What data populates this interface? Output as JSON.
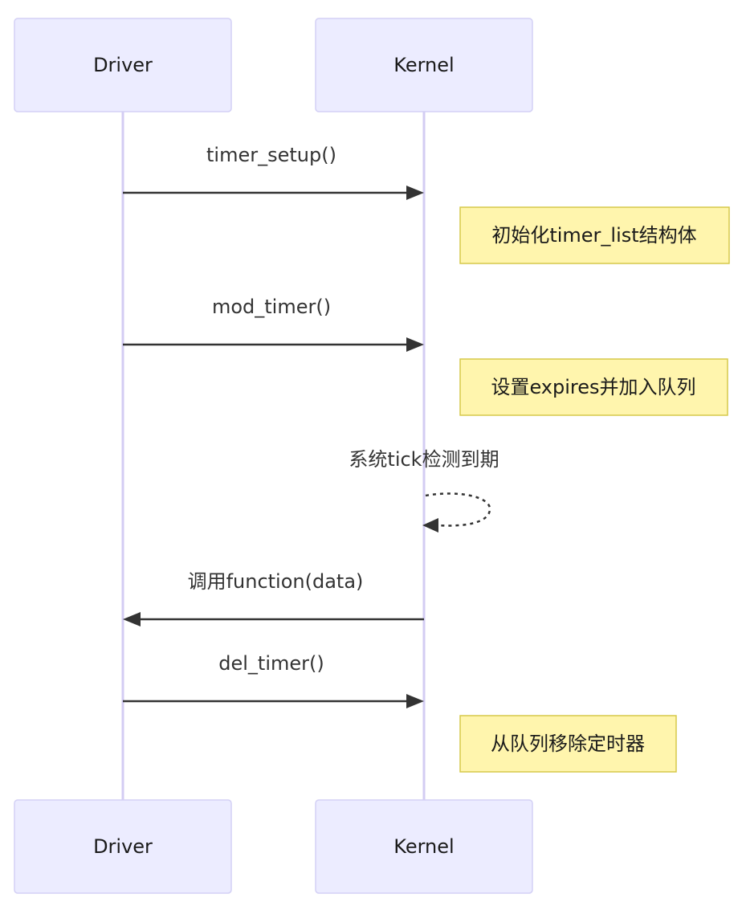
{
  "actors": {
    "driver": "Driver",
    "kernel": "Kernel"
  },
  "messages": [
    {
      "from": "Driver",
      "to": "Kernel",
      "label": "timer_setup()",
      "style": "solid"
    },
    {
      "from": "Driver",
      "to": "Kernel",
      "label": "mod_timer()",
      "style": "solid"
    },
    {
      "from": "Kernel",
      "to": "Kernel",
      "label": "系统tick检测到期",
      "style": "dotted"
    },
    {
      "from": "Kernel",
      "to": "Driver",
      "label": "调用function(data)",
      "style": "solid"
    },
    {
      "from": "Driver",
      "to": "Kernel",
      "label": "del_timer()",
      "style": "solid"
    }
  ],
  "notes": [
    {
      "over": "Kernel",
      "position": "right",
      "text": "初始化timer_list结构体"
    },
    {
      "over": "Kernel",
      "position": "right",
      "text": "设置expires并加入队列"
    },
    {
      "over": "Kernel",
      "position": "right",
      "text": "从队列移除定时器"
    }
  ],
  "colors": {
    "actor_fill": "#ececff",
    "actor_border": "#d3d0f5",
    "lifeline": "#d3ccf3",
    "message": "#333333",
    "note_fill": "#fff5ad",
    "note_border": "#d6c94a"
  }
}
